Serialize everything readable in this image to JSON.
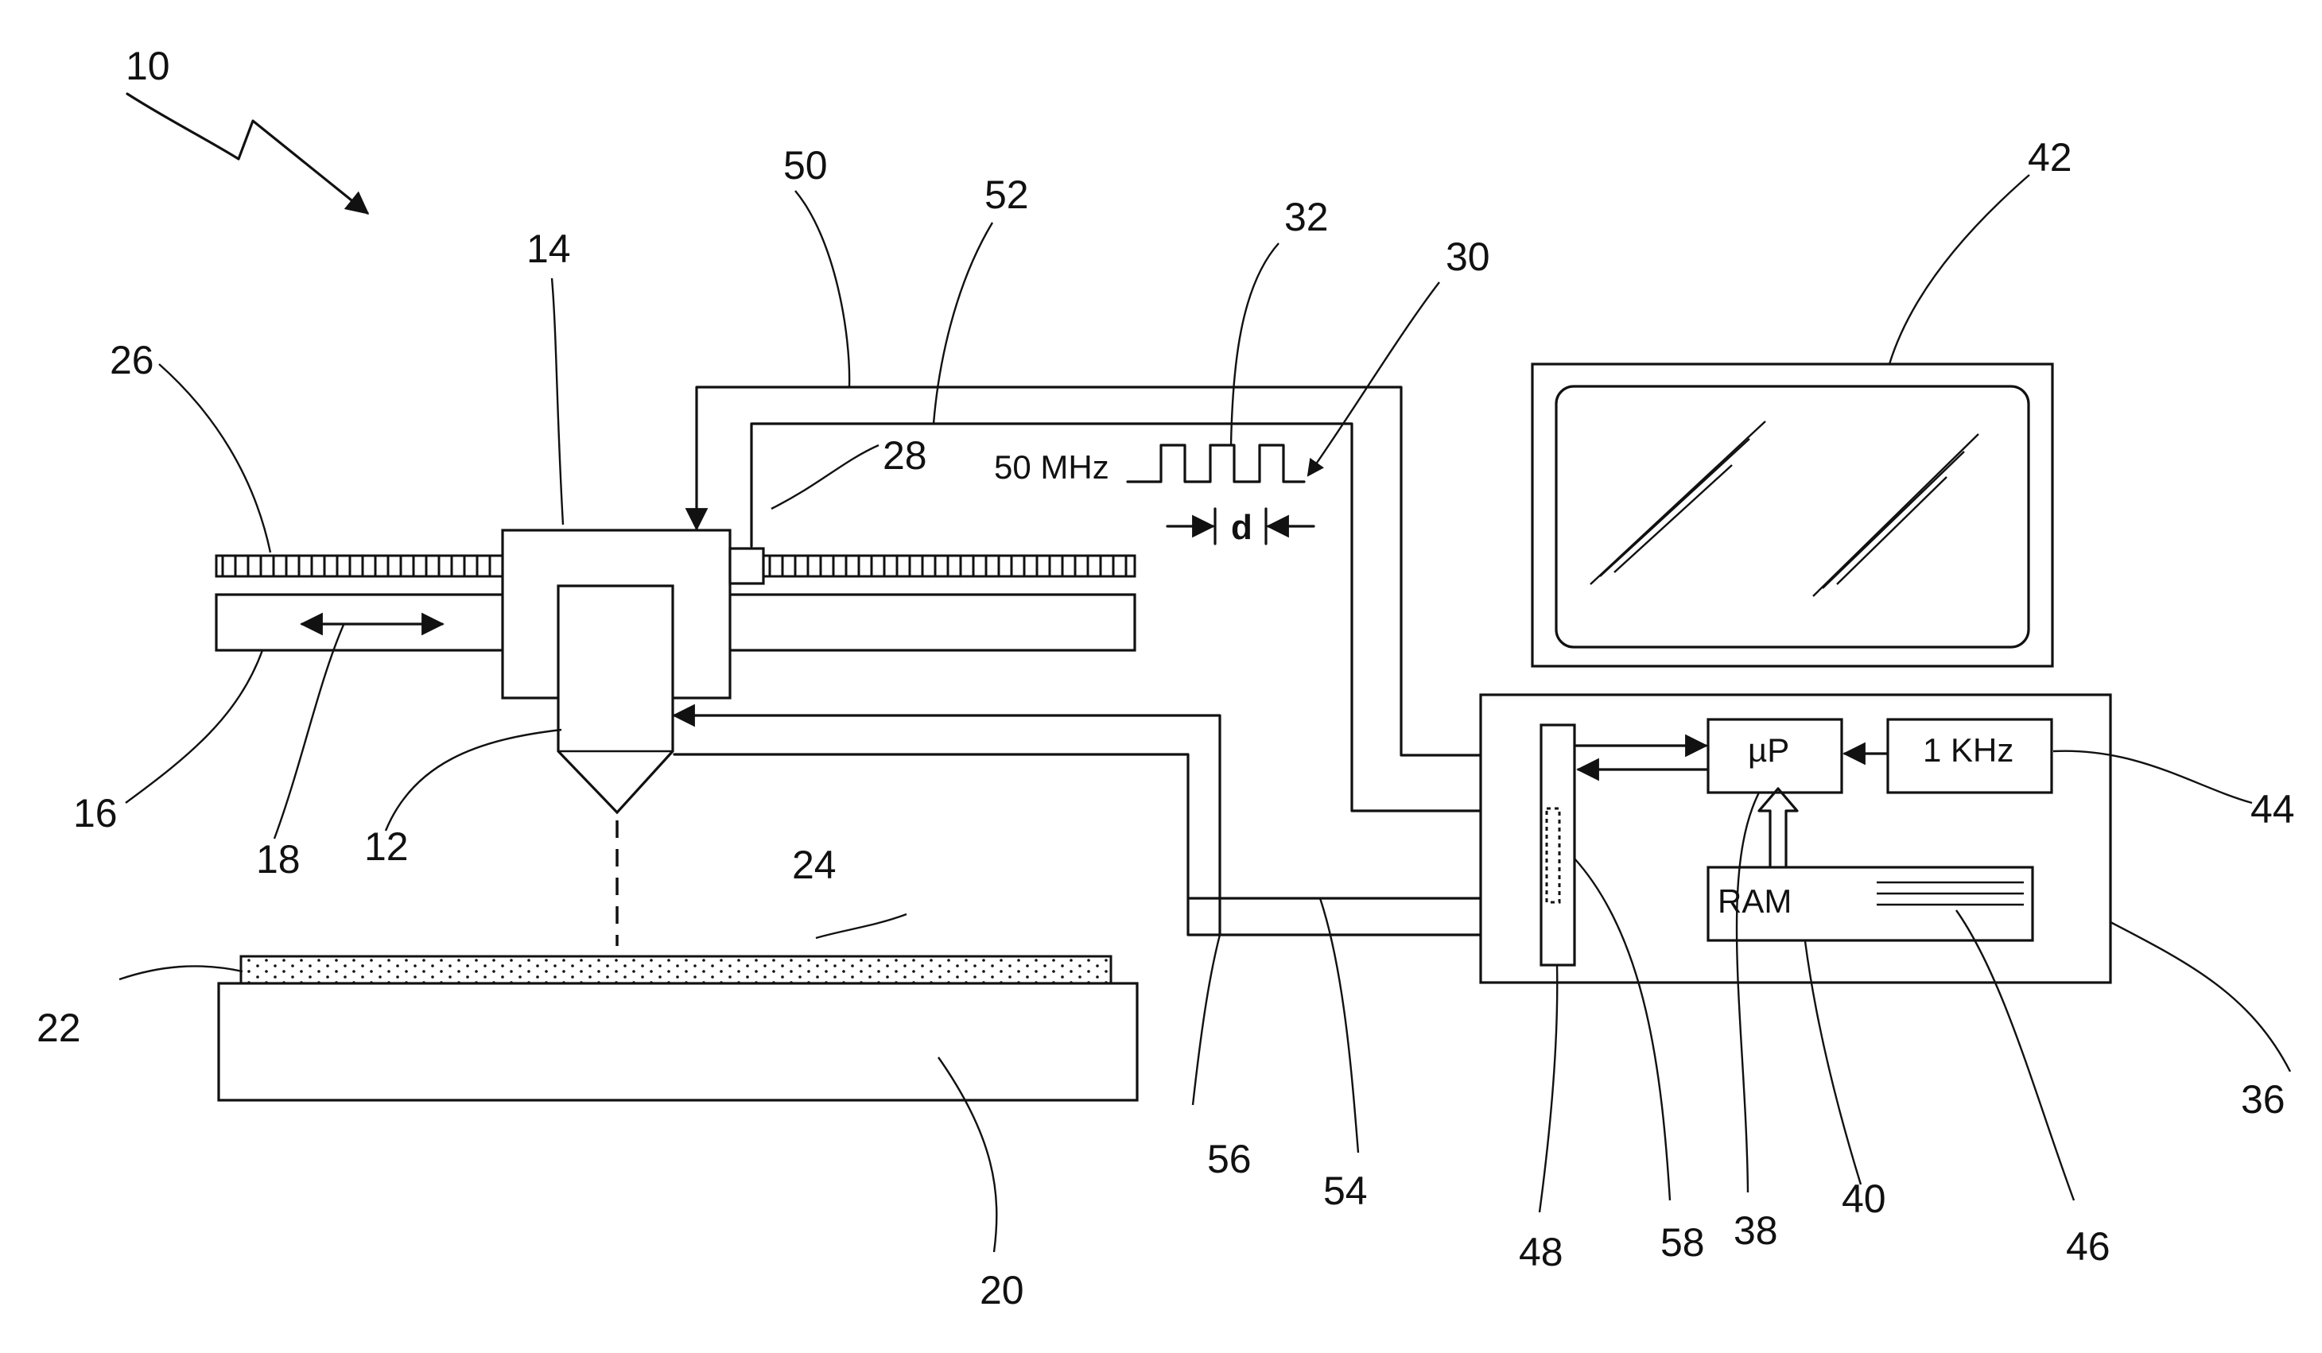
{
  "labels": {
    "freq_signal": "50 MHz",
    "spacing": "d",
    "processor": "µP",
    "clock": "1 KHz",
    "memory": "RAM"
  },
  "reference_numerals": {
    "n10": "10",
    "n12": "12",
    "n14": "14",
    "n16": "16",
    "n18": "18",
    "n20": "20",
    "n22": "22",
    "n24": "24",
    "n26": "26",
    "n28": "28",
    "n30": "30",
    "n32": "32",
    "n36": "36",
    "n38": "38",
    "n40": "40",
    "n42": "42",
    "n44": "44",
    "n46": "46",
    "n48": "48",
    "n50": "50",
    "n52": "52",
    "n54": "54",
    "n56": "56",
    "n58": "58"
  }
}
